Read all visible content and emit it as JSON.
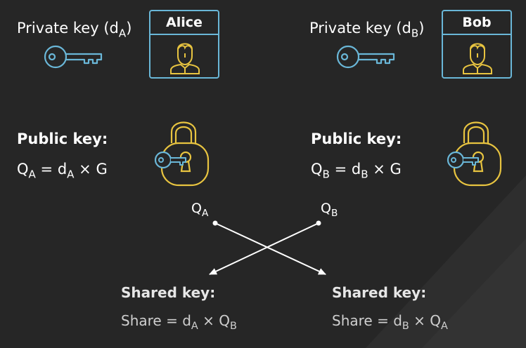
{
  "alice": {
    "name": "Alice",
    "private_label": "Private key (d",
    "private_sub": "A",
    "public_title": "Public key:",
    "public_formula": {
      "q": "Q",
      "q_sub": "A",
      "eq": " = d",
      "d_sub": "A",
      "tail": " × G"
    }
  },
  "bob": {
    "name": "Bob",
    "private_label": "Private key (d",
    "private_sub": "B",
    "public_title": "Public key:",
    "public_formula": {
      "q": "Q",
      "q_sub": "B",
      "eq": " = d",
      "d_sub": "B",
      "tail": " × G"
    }
  },
  "exchange": {
    "left_label": "Q",
    "left_sub": "A",
    "right_label": "Q",
    "right_sub": "B"
  },
  "shared": {
    "left_title": "Shared key:",
    "left_formula": {
      "pre": "Share = d",
      "d_sub": "A",
      "mid": " × Q",
      "q_sub": "B"
    },
    "right_title": "Shared key:",
    "right_formula": {
      "pre": "Share = d",
      "d_sub": "B",
      "mid": " × Q",
      "q_sub": "A"
    }
  },
  "colors": {
    "background": "#262626",
    "key_blue": "#6ab7d8",
    "lock_yellow": "#e8c440",
    "text": "#ffffff"
  },
  "icons": [
    "key-icon",
    "padlock-icon",
    "person-icon"
  ]
}
